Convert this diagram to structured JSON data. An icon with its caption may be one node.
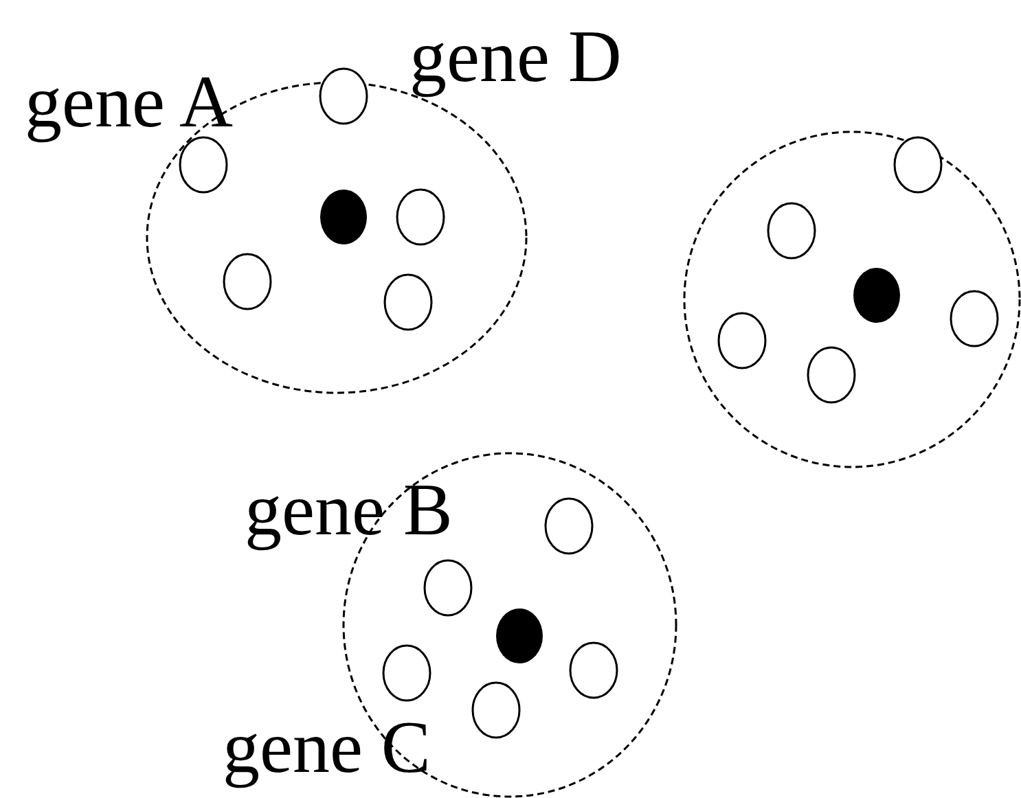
{
  "diagram": {
    "labels": [
      "gene A",
      "gene D",
      "gene B",
      "gene C"
    ]
  }
}
